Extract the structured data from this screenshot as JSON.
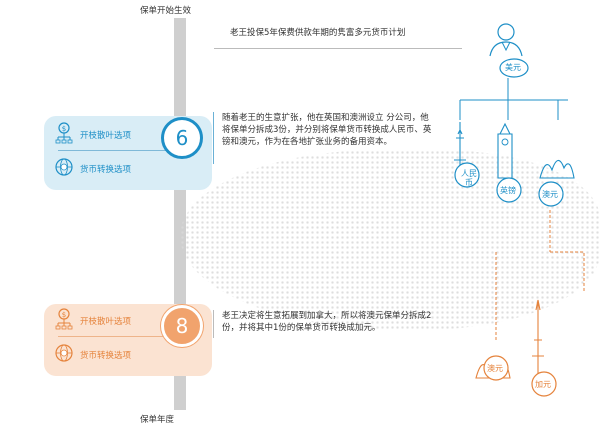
{
  "timeline": {
    "start_label": "保单开始生效",
    "end_label": "保单年度"
  },
  "top_text": "老王投保5年保费供款年期的隽富多元货币计划",
  "steps": [
    {
      "number": "6",
      "option_1": "开枝散叶选项",
      "option_2": "货币转换选项",
      "description": "随着老王的生意扩张，他在英国和澳洲设立 分公司，他将保单分拆成3份，并分别将保单货币转换成人民币、英镑和澳元，作为在各地扩张业务的备用资本。",
      "accent": "#1e8fc7",
      "panel_color": "#d9edf6"
    },
    {
      "number": "8",
      "option_1": "开枝散叶选项",
      "option_2": "货币转换选项",
      "description": "老王决定将生意拓展到加拿大，所以将澳元保单分拆成2份，并将其中1份的保单货币转换成加元。",
      "accent": "#e5833c",
      "panel_color": "#fbe3d2"
    }
  ],
  "currency_nodes": {
    "root": "美元",
    "level1": [
      "人民币",
      "英镑",
      "澳元"
    ],
    "level2": [
      "澳元",
      "加元"
    ]
  },
  "icons": [
    "businessman-icon",
    "coin-branch-icon",
    "globe-currency-icon",
    "tower-icon",
    "big-ben-icon",
    "opera-house-icon",
    "cn-tower-icon",
    "cycle-arrow-icon"
  ]
}
